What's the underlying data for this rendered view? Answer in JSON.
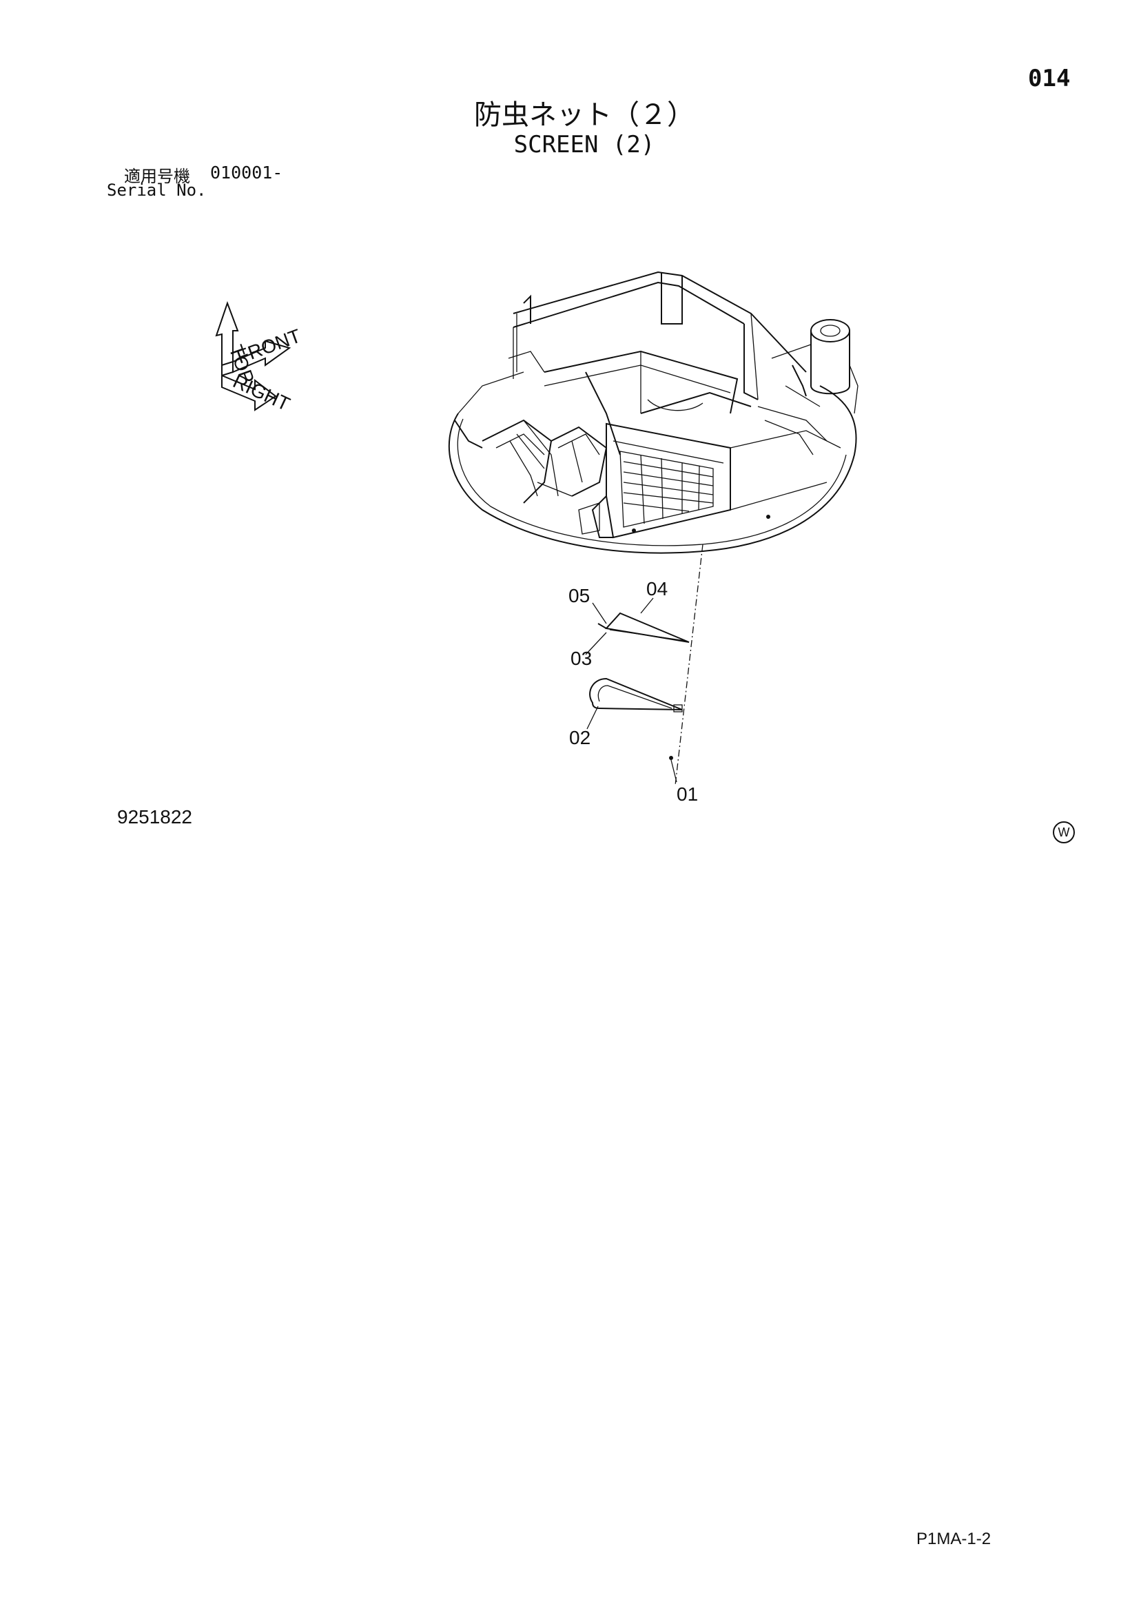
{
  "page_number": "014",
  "title_ja": "防虫ネット（２）",
  "title_en": "SCREEN (2)",
  "serial": {
    "label_ja": "適用号機",
    "value": "010001-",
    "label_en": "Serial No."
  },
  "direction_indicator": {
    "labels": [
      "TOP",
      "FRONT",
      "RIGHT"
    ]
  },
  "callouts": [
    "01",
    "02",
    "03",
    "04",
    "05"
  ],
  "drawing_number": "9251822",
  "region_mark": "W",
  "footer_code": "P1MA-1-2"
}
